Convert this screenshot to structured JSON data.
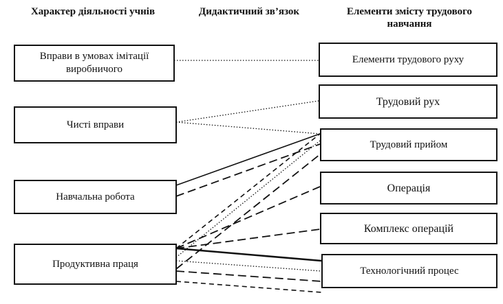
{
  "headers": {
    "left": "Характер діяльності учнів",
    "middle": "Дидактичний зв’язок",
    "right": "Елементи змісту трудового навчання"
  },
  "left_nodes": [
    {
      "id": "L1",
      "label": "Вправи в умовах імітації виробничого"
    },
    {
      "id": "L2",
      "label": "Чисті вправи"
    },
    {
      "id": "L3",
      "label": "Навчальна робота"
    },
    {
      "id": "L4",
      "label": "Продуктивна праця"
    }
  ],
  "right_nodes": [
    {
      "id": "R1",
      "label": "Елементи трудового руху"
    },
    {
      "id": "R2",
      "label": "Трудовий рух"
    },
    {
      "id": "R3",
      "label": "Трудовий прийом"
    },
    {
      "id": "R4",
      "label": "Операція"
    },
    {
      "id": "R5",
      "label": "Комплекс операцій"
    },
    {
      "id": "R6",
      "label": "Технологічний процес"
    }
  ],
  "edges": [
    {
      "from": "L1",
      "to": "R1",
      "style": "dotted"
    },
    {
      "from": "L2",
      "to": "R2",
      "style": "dotted"
    },
    {
      "from": "L2",
      "to": "R3",
      "style": "dotted"
    },
    {
      "from": "L3",
      "to": "R3",
      "style": "solid"
    },
    {
      "from": "L3",
      "to": "R3",
      "style": "long-dash"
    },
    {
      "from": "L4",
      "to": "R3",
      "style": "dashed"
    },
    {
      "from": "L4",
      "to": "R3",
      "style": "dotted"
    },
    {
      "from": "L4",
      "to": "R3",
      "style": "long-dash"
    },
    {
      "from": "L4",
      "to": "R4",
      "style": "long-dash"
    },
    {
      "from": "L4",
      "to": "R5",
      "style": "long-dash"
    },
    {
      "from": "L4",
      "to": "R6",
      "style": "solid-thick"
    },
    {
      "from": "L4",
      "to": "R6",
      "style": "dotted"
    },
    {
      "from": "L4",
      "to": "R6",
      "style": "long-dash"
    },
    {
      "from": "L4",
      "to": "R6",
      "style": "dashed"
    }
  ]
}
